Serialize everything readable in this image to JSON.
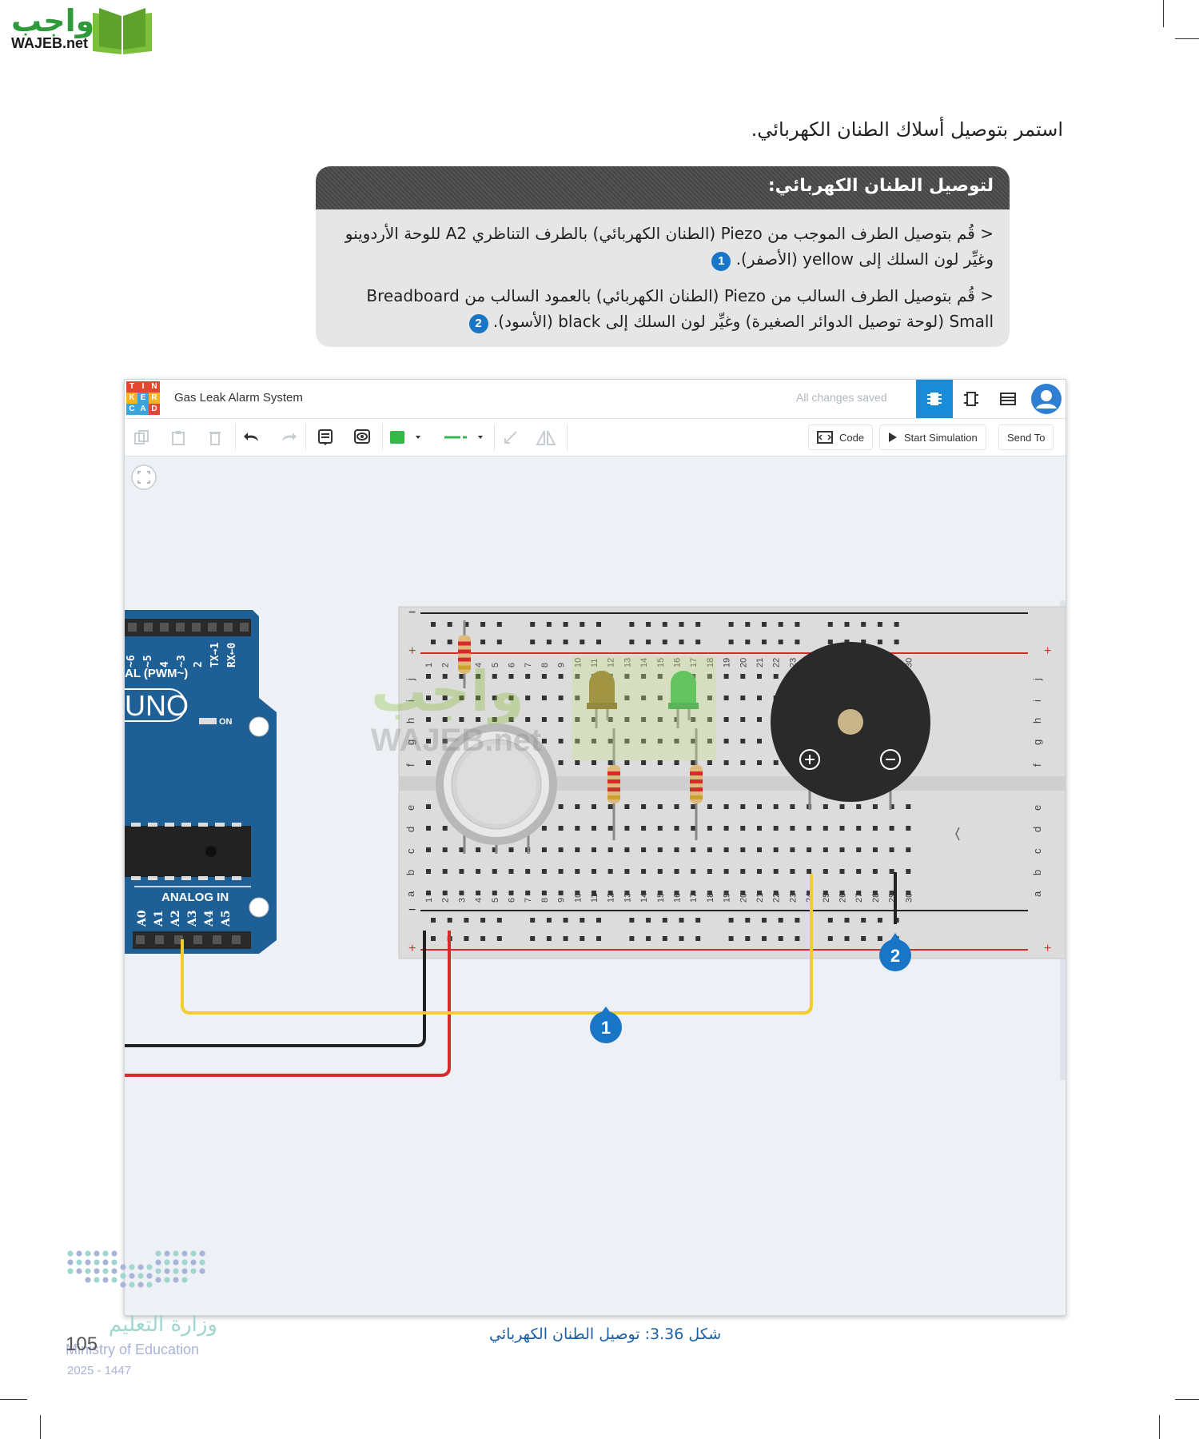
{
  "brand": {
    "name_ar": "واجب",
    "name_en": "WAJEB.net"
  },
  "intro": "استمر بتوصيل أسلاك الطنان الكهربائي.",
  "instructions": {
    "title": "لتوصيل الطنان الكهربائي:",
    "steps": [
      {
        "text": "قُم بتوصيل الطرف الموجب من Piezo (الطنان الكهربائي) بالطرف التناظري A2 للوحة الأردوينو وغيِّر لون السلك إلى yellow (الأصفر).",
        "num": "1"
      },
      {
        "text": "قُم بتوصيل الطرف السالب من Piezo (الطنان الكهربائي) بالعمود السالب من Breadboard Small (لوحة توصيل الدوائر الصغيرة) وغيِّر لون السلك إلى black (الأسود).",
        "num": "2"
      }
    ]
  },
  "app": {
    "logo_letters": [
      "T",
      "I",
      "N",
      "K",
      "E",
      "R",
      "C",
      "A",
      "D"
    ],
    "logo_colors": [
      "#e2482f",
      "#e2482f",
      "#e2482f",
      "#f6b21f",
      "#3aa5dd",
      "#f6b21f",
      "#3aa5dd",
      "#3aa5dd",
      "#e2482f"
    ],
    "title": "Gas Leak Alarm System",
    "status": "All changes saved",
    "views": [
      "circuit-view",
      "schematic-view",
      "component-list-view"
    ],
    "toolbar": {
      "tools": [
        "copy",
        "paste",
        "delete",
        "undo",
        "redo",
        "notes",
        "notes-visibility",
        "wire-color",
        "wire-type",
        "rotate",
        "flip"
      ],
      "wire_color": "#34b84a",
      "code_label": "Code",
      "sim_label": "Start Simulation",
      "send_label": "Send To"
    },
    "arduino": {
      "digital_labels": [
        "~6",
        "~5",
        "4",
        "~3",
        "2",
        "TX→1",
        "RX←0"
      ],
      "digital_title": "AL (PWM~)",
      "brand": "UNO",
      "on_label": "ON",
      "analog_title": "ANALOG IN",
      "analog_pins": [
        "A0",
        "A1",
        "A2",
        "A3",
        "A4",
        "A5"
      ]
    },
    "breadboard": {
      "rows_top": [
        "j",
        "i",
        "h",
        "g",
        "f"
      ],
      "rows_bottom": [
        "e",
        "d",
        "c",
        "b",
        "a"
      ],
      "columns": 30
    },
    "markers": [
      {
        "label": "1"
      },
      {
        "label": "2"
      }
    ]
  },
  "caption": "شكل 3.36: توصيل الطنان الكهربائي",
  "footer": {
    "ministry_ar": "وزارة التعليم",
    "ministry_en": "Ministry of Education",
    "year": "2025 - 1447",
    "page": "105"
  }
}
